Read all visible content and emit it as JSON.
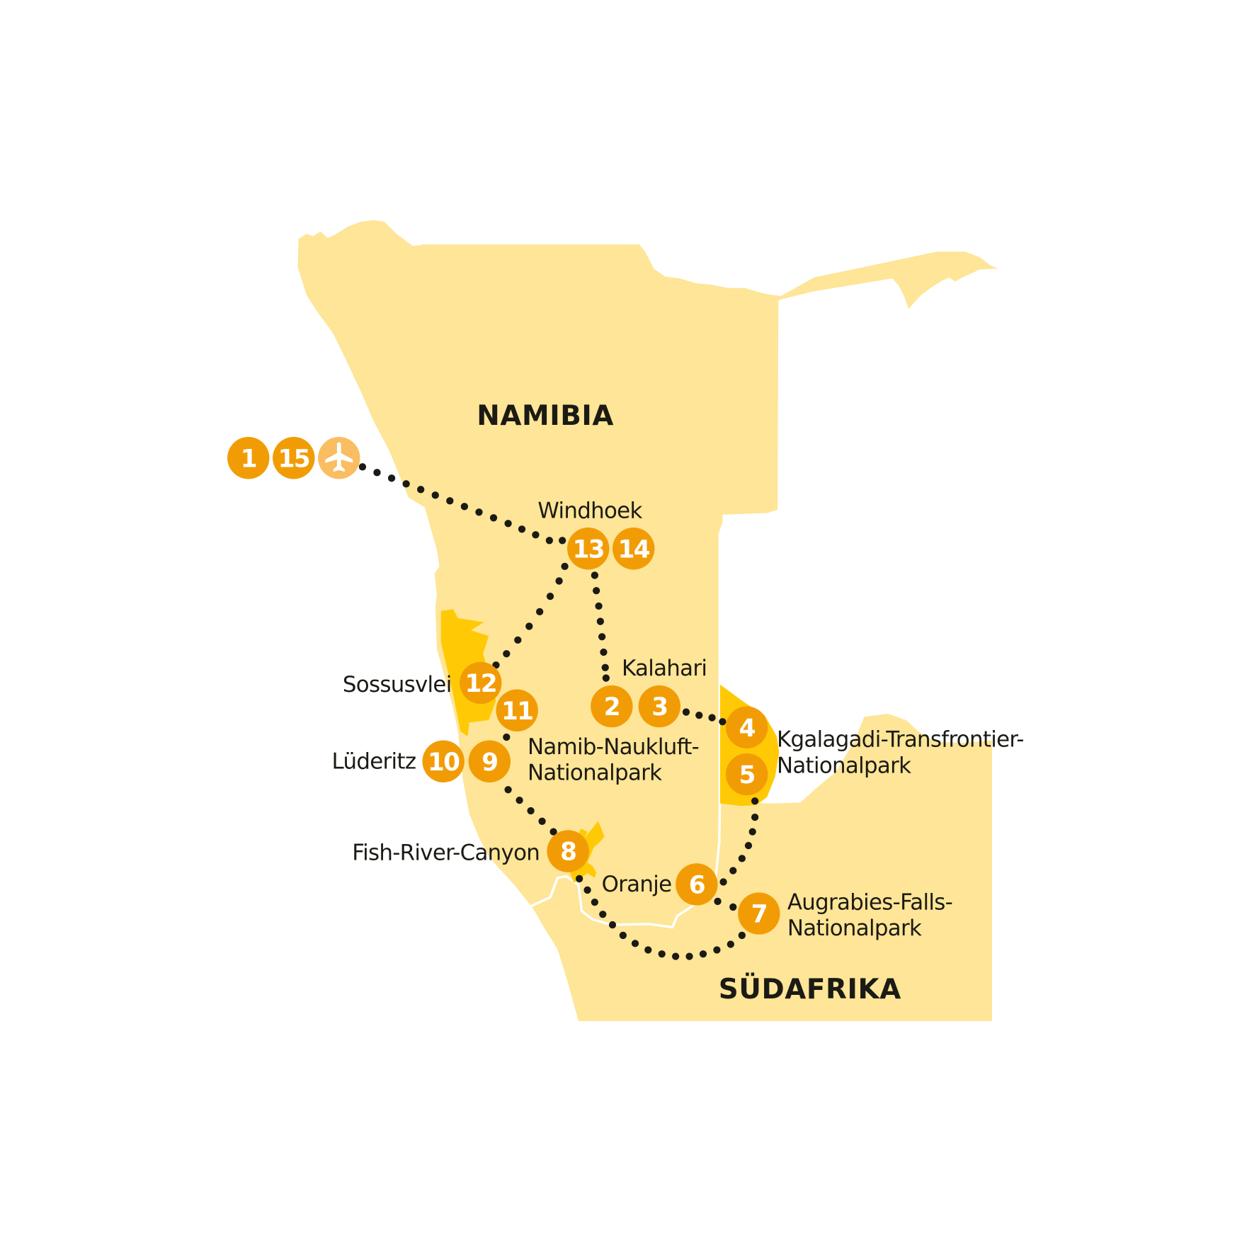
{
  "colors": {
    "land": "#FEE597",
    "park": "#FFCA05",
    "marker": "#F29C05",
    "marker_airport": "#FBBD62",
    "border_line": "#FFFFFF",
    "route": "#1B1A14",
    "text": "#1B1A14"
  },
  "countries": {
    "namibia": "NAMIBIA",
    "south_africa": "SÜDAFRIKA"
  },
  "places": {
    "windhoek": "Windhoek",
    "kalahari": "Kalahari",
    "sossusvlei": "Sossusvlei",
    "namib_naukluft_line1": "Namib-Naukluft-",
    "namib_naukluft_line2": "Nationalpark",
    "luederitz": "Lüderitz",
    "kgalagadi_line1": "Kgalagadi-Transfrontier-",
    "kgalagadi_line2": "Nationalpark",
    "fish_river_canyon": "Fish-River-Canyon",
    "oranje": "Oranje",
    "augrabies_line1": "Augrabies-Falls-",
    "augrabies_line2": "Nationalpark"
  },
  "markers": {
    "m1": "1",
    "m2": "2",
    "m3": "3",
    "m4": "4",
    "m5": "5",
    "m6": "6",
    "m7": "7",
    "m8": "8",
    "m9": "9",
    "m10": "10",
    "m11": "11",
    "m12": "12",
    "m13": "13",
    "m14": "14",
    "m15": "15",
    "airport_icon": "airplane-icon"
  }
}
